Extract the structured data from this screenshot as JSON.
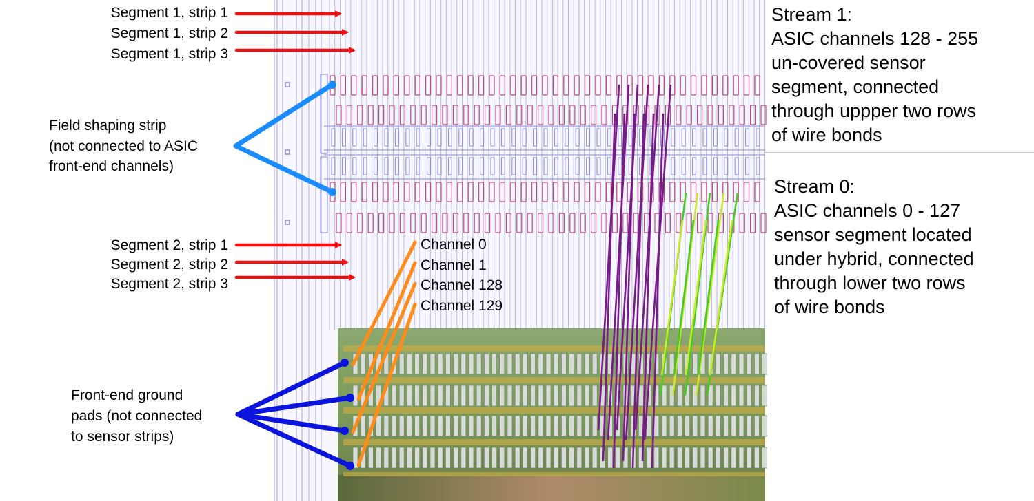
{
  "colors": {
    "segment_arrow": "#ee1111",
    "field_shaping": "#1a8cff",
    "ground_pads": "#0a14dd",
    "channel_bonds": "#ff8c1a",
    "stream1_bonds": "#7a1a8a",
    "stream0_bonds": "#44cc22",
    "sensor_lines": "#8a8ae0",
    "pad_outline": "#c04a7a",
    "hybrid": "#5a7a3a"
  },
  "labels": {
    "seg1": [
      "Segment 1, strip 1",
      "Segment 1, strip 2",
      "Segment 1, strip 3"
    ],
    "seg2": [
      "Segment 2, strip 1",
      "Segment 2, strip 2",
      "Segment 2, strip 3"
    ],
    "field_shaping": [
      "Field shaping strip",
      "(not connected to ASIC",
      "front-end channels)"
    ],
    "ground_pads": [
      "Front-end ground",
      "pads (not connected",
      "to sensor strips)"
    ],
    "channels": [
      "Channel 0",
      "Channel 1",
      "Channel 128",
      "Channel 129"
    ]
  },
  "stream1": {
    "title": "Stream 1:",
    "lines": [
      "ASIC channels 128 - 255",
      "un-covered sensor",
      "segment, connected",
      "through uppper two rows",
      "of wire bonds"
    ]
  },
  "stream0": {
    "title": "Stream 0:",
    "lines": [
      "ASIC channels 0 - 127",
      "sensor segment located",
      "under hybrid, connected",
      "through lower two rows",
      "of wire bonds"
    ]
  }
}
